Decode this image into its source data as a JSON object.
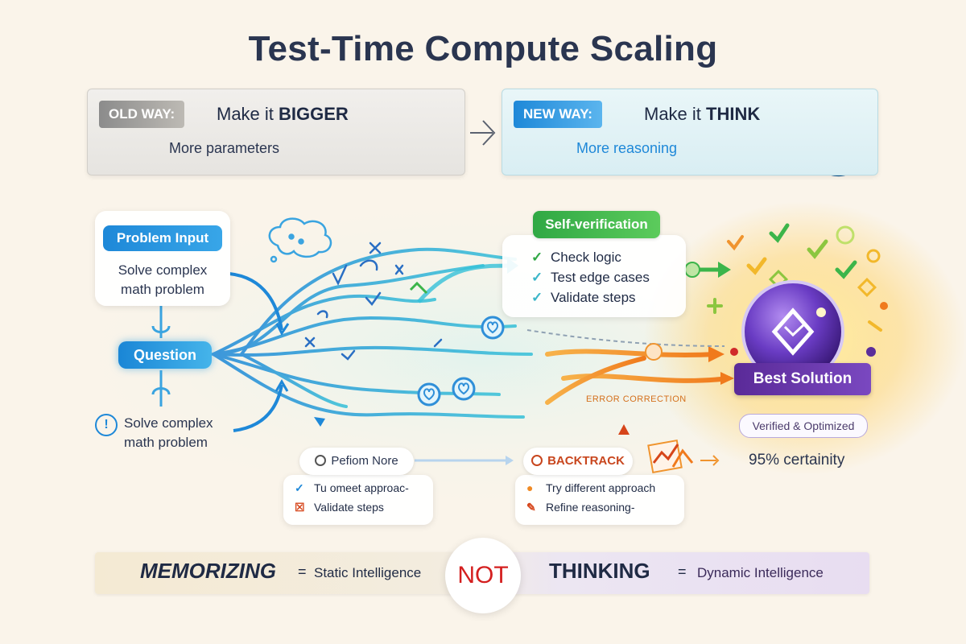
{
  "title": "Test-Time Compute Scaling",
  "old_way": {
    "tag": "OLD WAY:",
    "headline_prefix": "Make it ",
    "headline_emphasis": "BIGGER",
    "subline": "More parameters"
  },
  "new_way": {
    "tag": "NEW WAY:",
    "headline_prefix": "Make it ",
    "headline_emphasis": "THINK",
    "subline": "More reasoning"
  },
  "problem_input": {
    "label": "Problem Input",
    "text_line1": "Solve complex",
    "text_line2": "math problem"
  },
  "question": {
    "label": "Question"
  },
  "lower_problem": {
    "text_line1": "Solve complex",
    "text_line2": "math problem"
  },
  "self_verification": {
    "label": "Self-verification",
    "items": [
      "Check logic",
      "Test edge cases",
      "Validate steps"
    ]
  },
  "perform_more": {
    "label": "Pefiom Nore",
    "items": [
      "Tu omeet approac-",
      "Validate steps"
    ]
  },
  "backtrack": {
    "label": "BACKTRACK",
    "items": [
      "Try different approach",
      "Refine reasoning-"
    ]
  },
  "error_correction": "ERROR CORRECTION",
  "best_solution": {
    "label": "Best Solution",
    "badge": "Verified & Optimized",
    "certainty": "95% certainity"
  },
  "banner": {
    "left_word": "MEMORIZING",
    "left_eq": "=",
    "left_desc": "Static Intelligence",
    "not": "NOT",
    "right_word": "THINKING",
    "right_eq": "=",
    "right_desc": "Dynamic Intelligence"
  },
  "colors": {
    "title": "#2a3550",
    "blue_accent": "#1e88d8",
    "green_accent": "#3cb54a",
    "orange_accent": "#f08a24",
    "purple_accent": "#5b2d9a",
    "not_red": "#d41f1f"
  },
  "icons": [
    "brain-outline-icon",
    "glowing-brain-icon",
    "thought-bubble-icon",
    "checkmark-icon",
    "heart-node-icon",
    "info-icon",
    "backtrack-chart-icon",
    "diamond-gem-icon"
  ]
}
